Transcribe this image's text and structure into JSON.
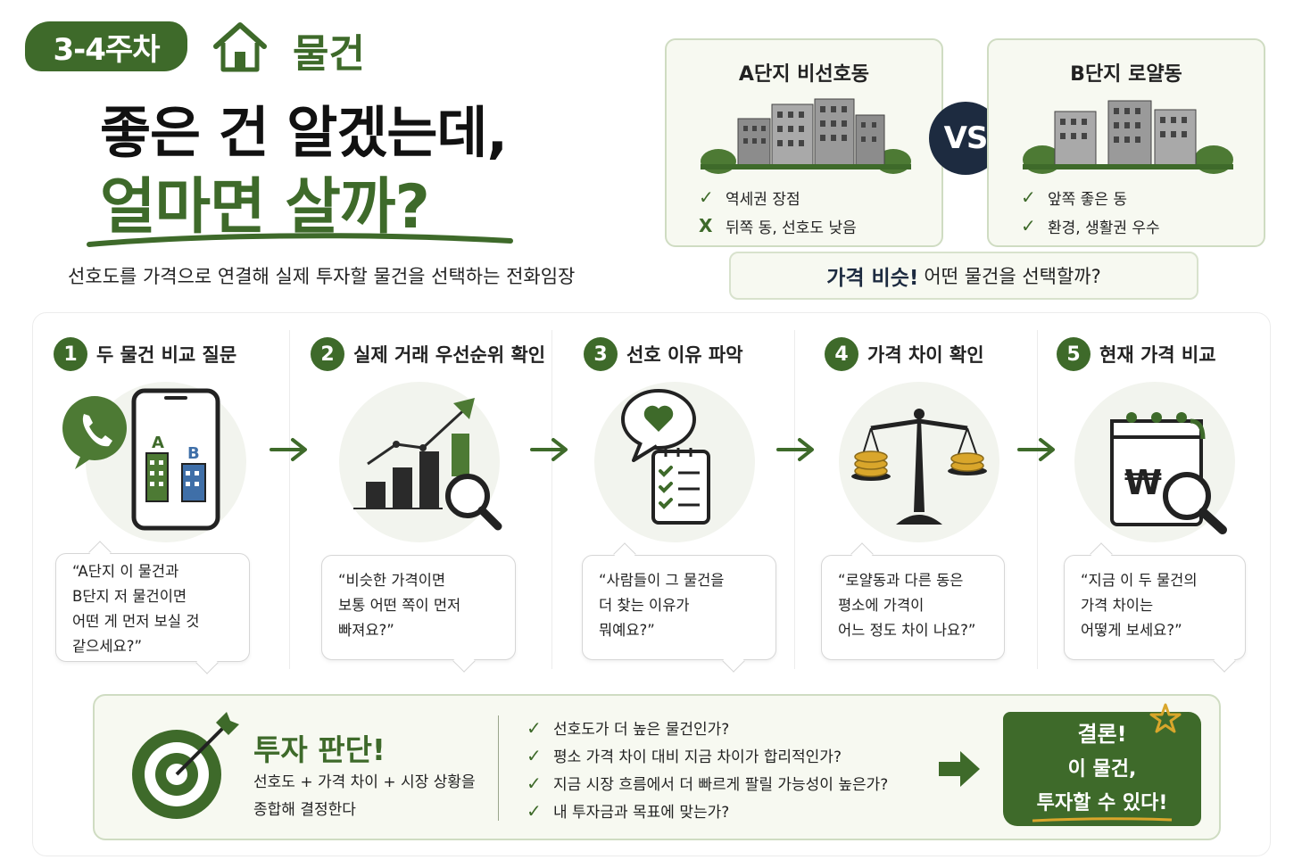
{
  "header": {
    "badge": "3-4주차",
    "category": "물건",
    "title_line1": "좋은 건 알겠는데,",
    "title_line2": "얼마면 살까?",
    "subtitle": "선호도를 가격으로 연결해 실제 투자할 물건을 선택하는 전화임장"
  },
  "compare": {
    "a": {
      "title": "A단지 비선호동",
      "items": [
        {
          "mark": "✓",
          "text": "역세권 장점"
        },
        {
          "mark": "X",
          "text": "뒤쪽 동, 선호도 낮음"
        }
      ]
    },
    "vs": "VS",
    "b": {
      "title": "B단지 로얄동",
      "items": [
        {
          "mark": "✓",
          "text": "앞쪽 좋은 동"
        },
        {
          "mark": "✓",
          "text": "환경, 생활권 우수"
        }
      ]
    },
    "question_bold": "가격 비슷!",
    "question_rest": "어떤 물건을 선택할까?"
  },
  "steps": [
    {
      "num": "1",
      "title": "두 물건 비교 질문",
      "icon_letters": [
        "A",
        "B"
      ],
      "quote": [
        "“A단지 이 물건과",
        "B단지 저 물건이면",
        "어떤 게 먼저 보실 것",
        "같으세요?”"
      ]
    },
    {
      "num": "2",
      "title": "실제 거래 우선순위 확인",
      "quote": [
        "“비슷한 가격이면",
        "보통 어떤 쪽이 먼저",
        "빠져요?”"
      ]
    },
    {
      "num": "3",
      "title": "선호 이유 파악",
      "quote": [
        "“사람들이 그 물건을",
        "더 찾는 이유가",
        "뭐예요?”"
      ]
    },
    {
      "num": "4",
      "title": "가격 차이 확인",
      "quote": [
        "“로얄동과 다른 동은",
        "평소에 가격이",
        "어느 정도 차이 나요?”"
      ]
    },
    {
      "num": "5",
      "title": "현재 가격 비교",
      "icon_symbol": "₩",
      "quote": [
        "“지금 이 두 물건의",
        "가격 차이는",
        "어떻게 보세요?”"
      ]
    }
  ],
  "judge": {
    "title": "투자 판단!",
    "desc": [
      "선호도 + 가격 차이 + 시장 상황을",
      "종합해 결정한다"
    ],
    "checks": [
      "선호도가 더 높은 물건인가?",
      "평소 가격 차이 대비 지금 차이가 합리적인가?",
      "지금 시장 흐름에서 더 빠르게 팔릴 가능성이 높은가?",
      "내 투자금과 목표에 맞는가?"
    ],
    "conclusion": [
      "결론!",
      "이 물건,",
      "투자할 수 있다!"
    ]
  },
  "colors": {
    "accent": "#3e6a2a",
    "navy": "#1d2b40",
    "light_bg": "#f7f9f1",
    "gold": "#d9a62b"
  }
}
